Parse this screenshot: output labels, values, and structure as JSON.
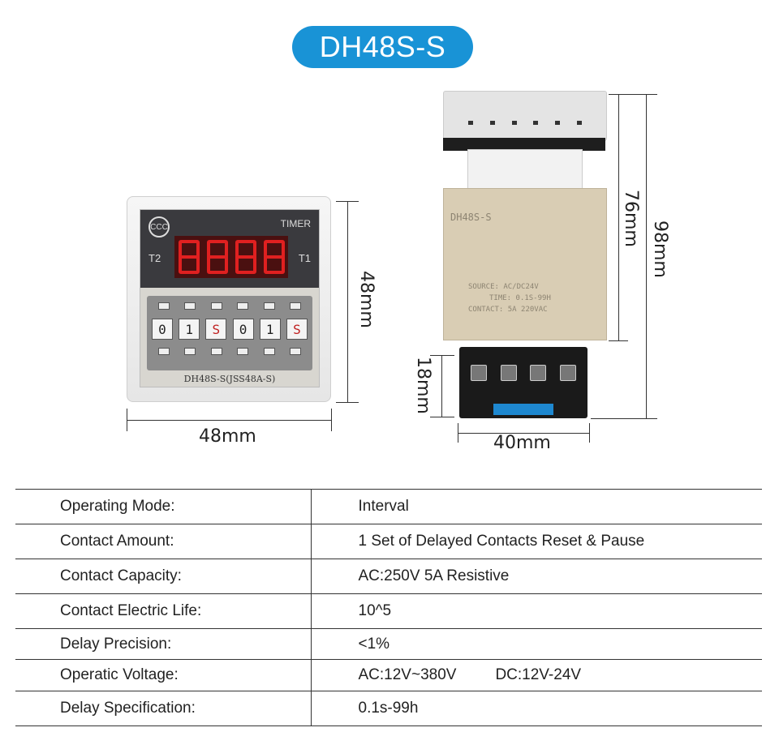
{
  "title": "DH48S-S",
  "front": {
    "seal": "CCC",
    "timer_label": "TIMER",
    "t2": "T2",
    "t1": "T1",
    "digits": [
      "0",
      "1",
      "S",
      "0",
      "1",
      "S"
    ],
    "model": "DH48S-S(JSS48A-S)"
  },
  "dimensions": {
    "front_height": "48mm",
    "front_width": "48mm",
    "side_body": "76mm",
    "side_total": "98mm",
    "socket": "18mm",
    "side_width": "40mm"
  },
  "side_label": {
    "model": "DH48S-S",
    "source": "SOURCE: AC/DC24V",
    "time": "TIME: 0.1S-99H",
    "contact": "CONTACT: 5A 220VAC"
  },
  "specs": [
    {
      "key": "Operating Mode:",
      "value": "Interval"
    },
    {
      "key": "Contact Amount:",
      "value": "1 Set of Delayed Contacts Reset & Pause"
    },
    {
      "key": "Contact Capacity:",
      "value": "AC:250V 5A Resistive"
    },
    {
      "key": "Contact Electric Life:",
      "value": "10^5"
    },
    {
      "key": "Delay Precision:",
      "value": "<1%"
    },
    {
      "key": "Operatic Voltage:",
      "value": "AC:12V~380V",
      "value2": "DC:12V-24V"
    },
    {
      "key": "Delay Specification:",
      "value": "0.1s-99h"
    }
  ],
  "colors": {
    "accent": "#1993d6",
    "display_red": "#e02020",
    "socket_blue": "#1e88d0"
  }
}
